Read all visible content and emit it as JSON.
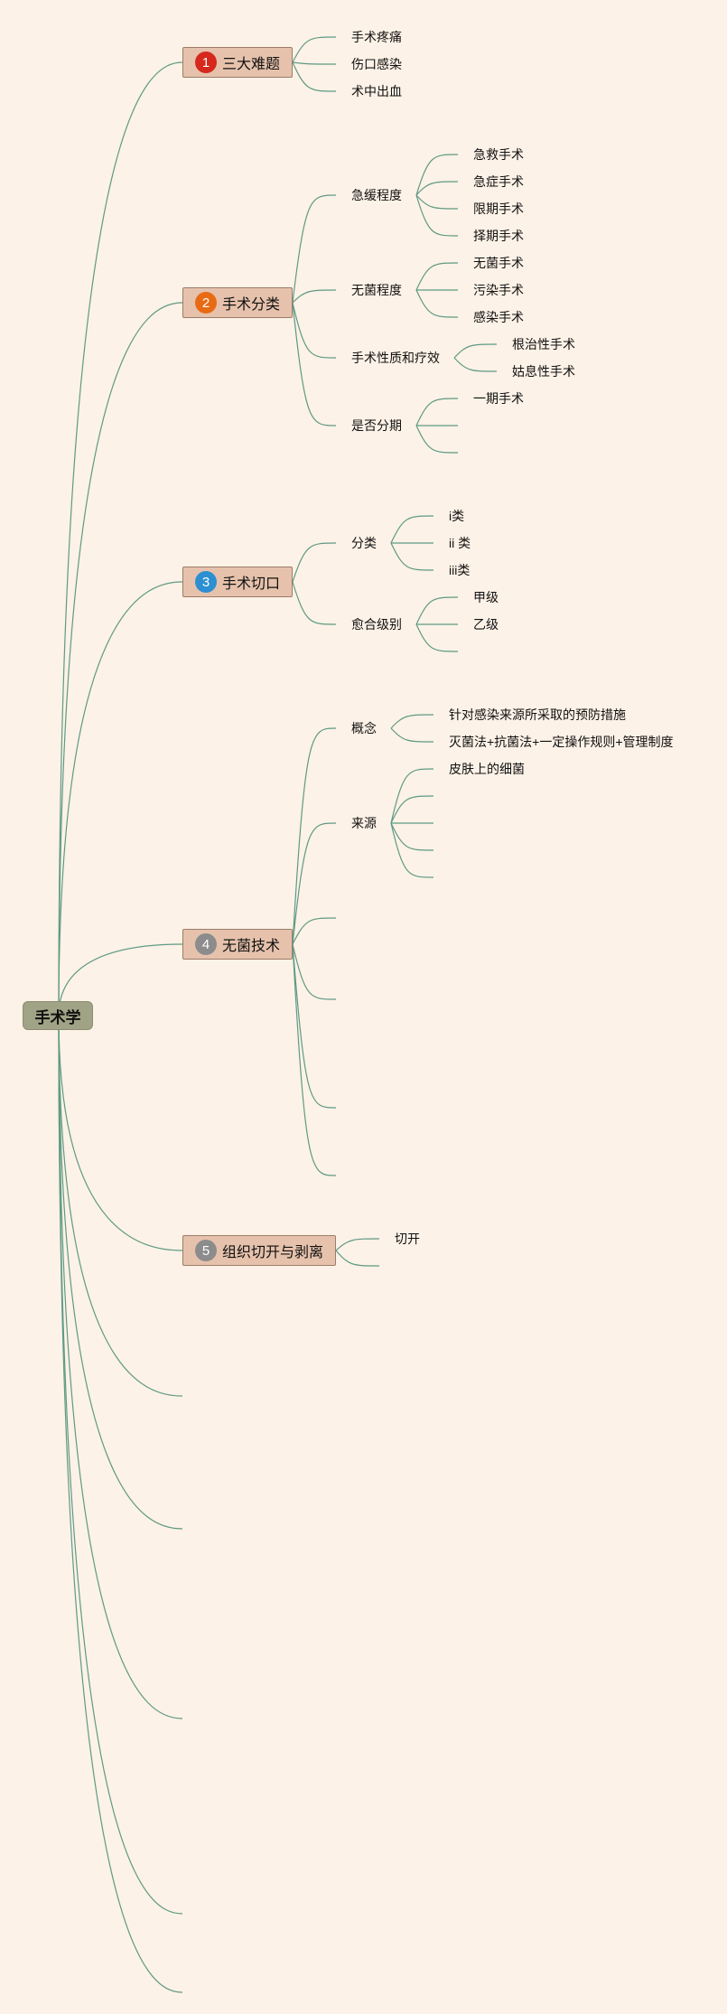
{
  "root": "手术学",
  "branches": [
    {
      "num": "1",
      "label": "三大难题",
      "color": "#d6281c",
      "children": [
        "手术疼痛",
        "伤口感染",
        "术中出血"
      ]
    },
    {
      "num": "2",
      "label": "手术分类",
      "color": "#e86b14",
      "groups": [
        {
          "label": "急缓程度",
          "items": [
            "急救手术",
            "急症手术",
            "限期手术",
            "择期手术"
          ]
        },
        {
          "label": "无菌程度",
          "items": [
            "无菌手术",
            "污染手术",
            "感染手术"
          ]
        },
        {
          "label": "手术性质和疗效",
          "items": [
            "根治性手术",
            "姑息性手术"
          ]
        },
        {
          "label": "是否分期",
          "items": [
            "一期手术"
          ]
        }
      ]
    },
    {
      "num": "3",
      "label": "手术切口",
      "color": "#2b8fd1",
      "groups": [
        {
          "label": "分类",
          "items": [
            "i类",
            "ii 类",
            "iii类"
          ]
        },
        {
          "label": "愈合级别",
          "items": [
            "甲级",
            "乙级"
          ]
        }
      ]
    },
    {
      "num": "4",
      "label": "无菌技术",
      "color": "#8c8c8c",
      "groups": [
        {
          "label": "概念",
          "items": [
            "针对感染来源所采取的预防措施",
            "灭菌法+抗菌法+一定操作规则+管理制度"
          ]
        },
        {
          "label": "来源",
          "items": [
            "皮肤上的细菌"
          ]
        }
      ]
    },
    {
      "num": "5",
      "label": "组织切开与剥离",
      "color": "#8c8c8c",
      "children": [
        "切开"
      ]
    }
  ]
}
